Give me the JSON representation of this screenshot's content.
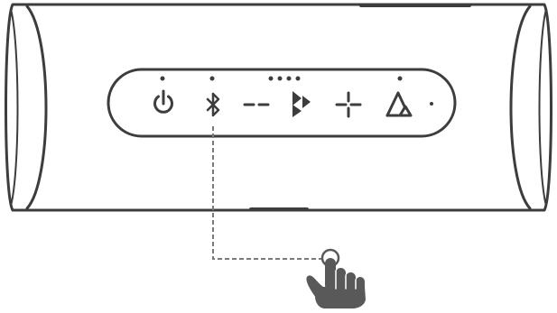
{
  "speaker": {
    "body_color": "#3d3d3d",
    "line_color": "#555555",
    "hand_color": "#595959",
    "buttons": [
      {
        "name": "power",
        "icon": "power-icon",
        "indicator_dots": 1
      },
      {
        "name": "bluetooth",
        "icon": "bluetooth-icon",
        "indicator_dots": 1,
        "highlighted": true
      },
      {
        "name": "volume-down",
        "icon": "minus-icon",
        "indicator_dots": 0
      },
      {
        "name": "play-pause",
        "icon": "play-icon",
        "indicator_dots": 4
      },
      {
        "name": "volume-up",
        "icon": "plus-icon",
        "indicator_dots": 0
      },
      {
        "name": "partyboost",
        "icon": "partyboost-icon",
        "indicator_dots": 1
      },
      {
        "name": "status-light",
        "icon": "dot-icon",
        "indicator_dots": 0
      }
    ]
  },
  "instruction": {
    "action": "press",
    "target": "bluetooth",
    "pointer_icon": "hand-pointer-icon",
    "connector": "dashed"
  }
}
